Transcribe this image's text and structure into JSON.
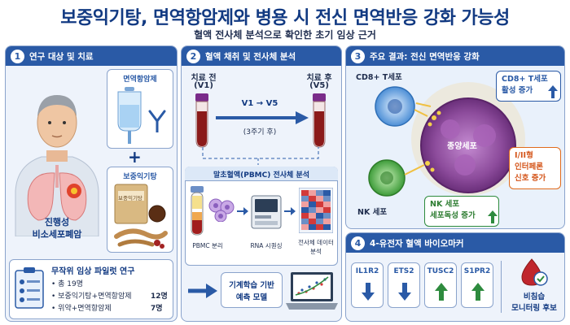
{
  "header": {
    "title": "보중익기탕, 면역항암제와 병용 시 전신 면역반응 강화 가능성",
    "subtitle": "혈액 전사체 분석으로 확인한 초기 임상 근거"
  },
  "panel1": {
    "number": "1",
    "title": "연구 대상 및 치료",
    "drug1": "면역항암제",
    "plus": "+",
    "drug2": "보중익기탕",
    "package_label": "보중익기탕",
    "patient_line1": "진행성",
    "patient_line2": "비소세포폐암",
    "trial": {
      "title": "무작위 임상 파일럿 연구",
      "total_label": "• 총 19명",
      "groups": [
        {
          "label": "• 보중익기탕+면역항암제",
          "count": "12명"
        },
        {
          "label": "• 위약+면역항암제",
          "count": "7명"
        }
      ]
    }
  },
  "panel2": {
    "number": "2",
    "title": "혈액 채취 및 전사체 분석",
    "before_line1": "치료 전",
    "before_line2": "(V1)",
    "after_line1": "치료 후",
    "after_line2": "(V5)",
    "arrow_label": "V1 → V5",
    "cycle_label": "(3주기 후)",
    "pbmc": {
      "title": "말초혈액(PBMC) 전사체 분석",
      "step1": "PBMC 분리",
      "step2": "RNA 시퀀싱",
      "step3_line1": "전사체 데이터",
      "step3_line2": "분석"
    },
    "ml_line1": "기계학습 기반",
    "ml_line2": "예측 모델"
  },
  "panel3": {
    "number": "3",
    "title": "주요 결과: 전신 면역반응 강화",
    "cd8_label": "CD8+ T세포",
    "cd8_line1": "CD8+ T세포",
    "cd8_line2": "활성 증가",
    "tumor_label": "종양세포",
    "ifn_line1": "I/II형",
    "ifn_line2": "인터페론",
    "ifn_line3": "신호 증가",
    "nk_label": "NK 세포",
    "nk_line1": "NK 세포",
    "nk_line2": "세포독성 증가"
  },
  "panel4": {
    "number": "4",
    "title": "4-유전자 혈액 바이오마커",
    "markers": [
      {
        "name": "IL1R2",
        "direction": "down"
      },
      {
        "name": "ETS2",
        "direction": "down"
      },
      {
        "name": "TUSC2",
        "direction": "up"
      },
      {
        "name": "S1PR2",
        "direction": "up"
      }
    ],
    "side_line1": "비침습",
    "side_line2": "모니터링 후보"
  },
  "colors": {
    "primary": "#2a5aa6",
    "up": "#2e8b3e",
    "down": "#2a5aa6",
    "blood": "#8b1a1a",
    "tumor": "#7a3f86",
    "ifn": "#e06a1b"
  }
}
